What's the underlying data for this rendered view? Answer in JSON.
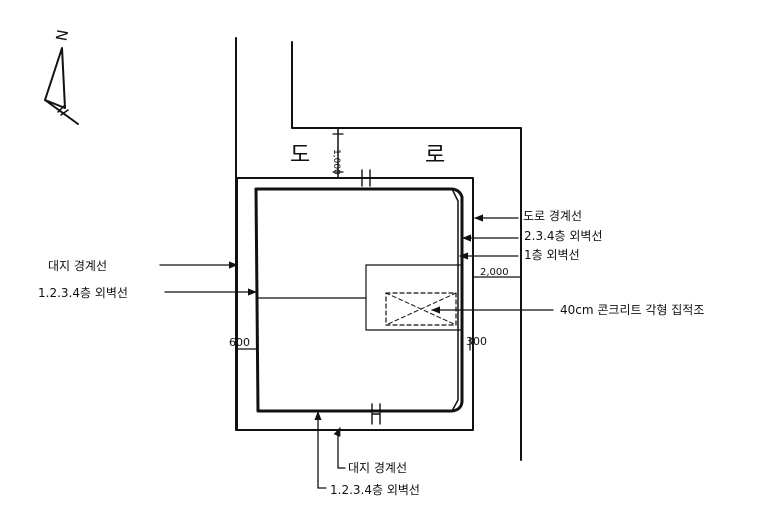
{
  "north": "N",
  "road": {
    "char_left": "도",
    "char_right": "로",
    "setback": "1,000"
  },
  "labels": {
    "road_boundary": "도로 경계선",
    "outer_wall_234": "2.3.4층 외벽선",
    "outer_wall_1_right": "1층 외벽선",
    "site_boundary_left": "대지 경계선",
    "outer_wall_1234_left": "1.2.3.4층 외벽선",
    "concrete": "40cm 콘크리트 각형 집적조",
    "site_boundary_bottom": "대지 경계선",
    "outer_wall_1234_bottom": "1.2.3.4층 외벽선"
  },
  "dims": {
    "right_offset": "2,000",
    "left_offset": "600",
    "right_small": "300"
  }
}
